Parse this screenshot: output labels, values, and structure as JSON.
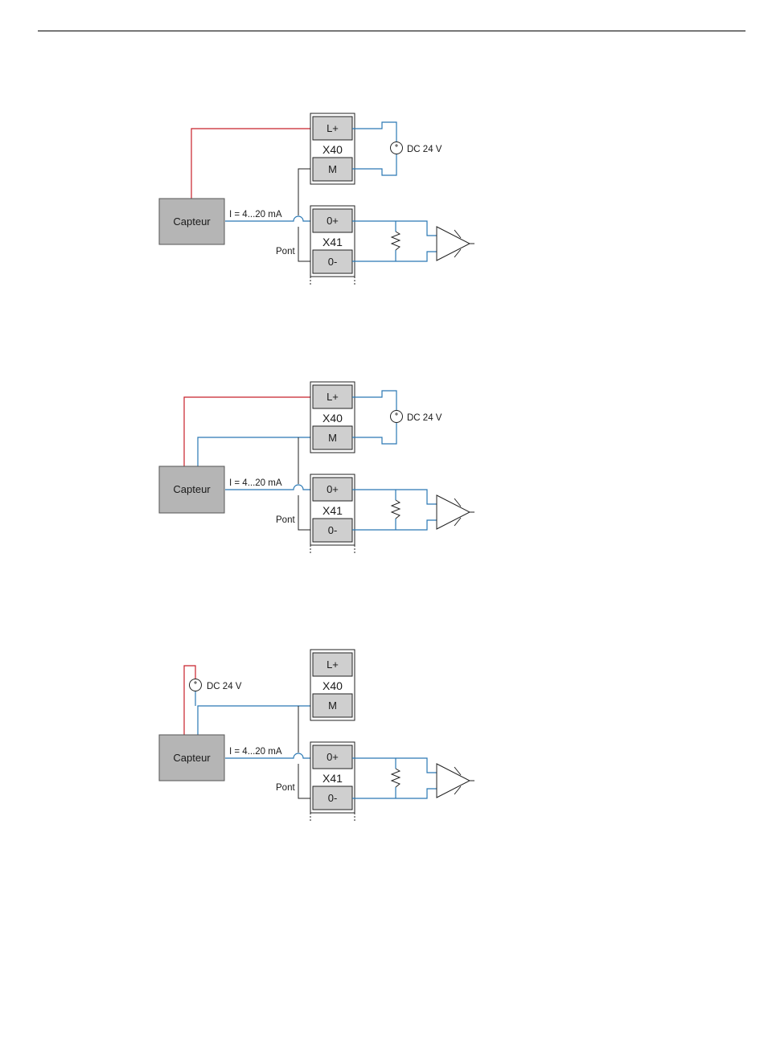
{
  "colors": {
    "red_wire": "#c8202a",
    "blue_wire": "#2a78b4",
    "black_wire": "#222222",
    "sensor_fill": "#b5b5b5",
    "terminal_fill": "#cfcfcf"
  },
  "diagrams": [
    {
      "sensor": "Capteur",
      "current": "I = 4...20 mA",
      "bridge": "Pont",
      "x40": {
        "name": "X40",
        "top": "L+",
        "bottom": "M"
      },
      "x41": {
        "name": "X41",
        "top": "0+",
        "bottom": "0-"
      },
      "supply": "DC 24 V"
    },
    {
      "sensor": "Capteur",
      "current": "I = 4...20 mA",
      "bridge": "Pont",
      "x40": {
        "name": "X40",
        "top": "L+",
        "bottom": "M"
      },
      "x41": {
        "name": "X41",
        "top": "0+",
        "bottom": "0-"
      },
      "supply": "DC 24 V"
    },
    {
      "sensor": "Capteur",
      "current": "I = 4...20 mA",
      "bridge": "Pont",
      "x40": {
        "name": "X40",
        "top": "L+",
        "bottom": "M"
      },
      "x41": {
        "name": "X41",
        "top": "0+",
        "bottom": "0-"
      },
      "supply": "DC 24 V"
    }
  ]
}
